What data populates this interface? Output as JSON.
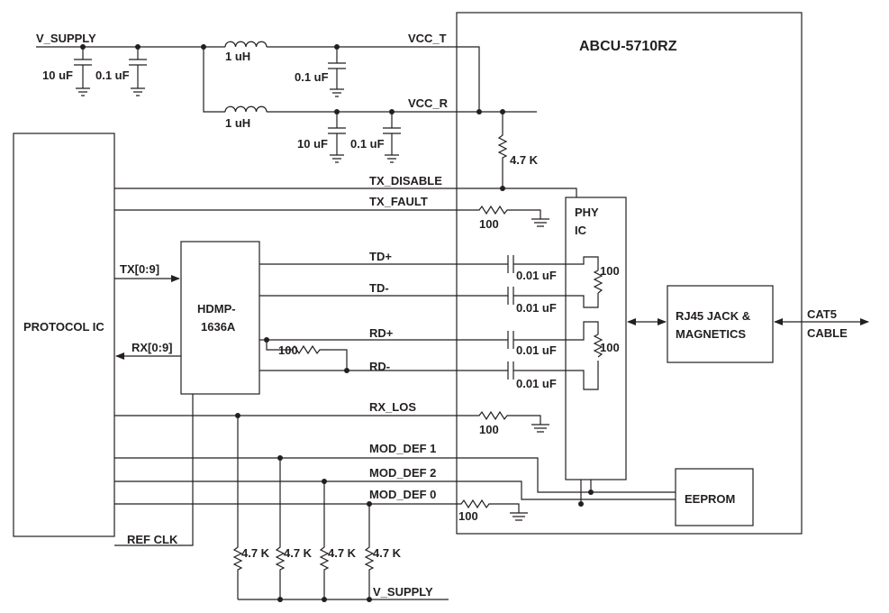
{
  "module": {
    "title": "ABCU-5710RZ"
  },
  "blocks": {
    "protocol_ic": "PROTOCOL IC",
    "serdes_line1": "HDMP-",
    "serdes_line2": "1636A",
    "phy_line1": "PHY",
    "phy_line2": "IC",
    "rj45_line1": "RJ45 JACK &",
    "rj45_line2": "MAGNETICS",
    "eeprom": "EEPROM"
  },
  "nets": {
    "v_supply_top": "V_SUPPLY",
    "vcc_t": "VCC_T",
    "vcc_r": "VCC_R",
    "tx_disable": "TX_DISABLE",
    "tx_fault": "TX_FAULT",
    "tx_bus": "TX[0:9]",
    "rx_bus": "RX[0:9]",
    "td_plus": "TD+",
    "td_minus": "TD-",
    "rd_plus": "RD+",
    "rd_minus": "RD-",
    "rx_los": "RX_LOS",
    "mod_def1": "MOD_DEF 1",
    "mod_def2": "MOD_DEF 2",
    "mod_def0": "MOD_DEF 0",
    "ref_clk": "REF CLK",
    "v_supply_bottom": "V_SUPPLY",
    "cat5_line1": "CAT5",
    "cat5_line2": "CABLE"
  },
  "components": {
    "c_bulk_10uf_a": "10 uF",
    "c_01uf_a": "0.1 uF",
    "l_1uh_t": "1 uH",
    "c_01uf_t": "0.1 uF",
    "l_1uh_r": "1 uH",
    "c_10uf_r": "10 uF",
    "c_01uf_r": "0.1 uF",
    "r_txdis_pullup": "4.7 K",
    "r_txfault": "100",
    "c_tdp": "0.01 uF",
    "c_tdm": "0.01 uF",
    "r_td_term": "100",
    "c_rdp": "0.01 uF",
    "c_rdm": "0.01 uF",
    "r_rd_term": "100",
    "r_rd_diff": "100",
    "r_rxlos": "100",
    "r_moddef0": "100",
    "r_pull1": "4.7 K",
    "r_pull2": "4.7 K",
    "r_pull3": "4.7 K",
    "r_pull4": "4.7 K"
  }
}
